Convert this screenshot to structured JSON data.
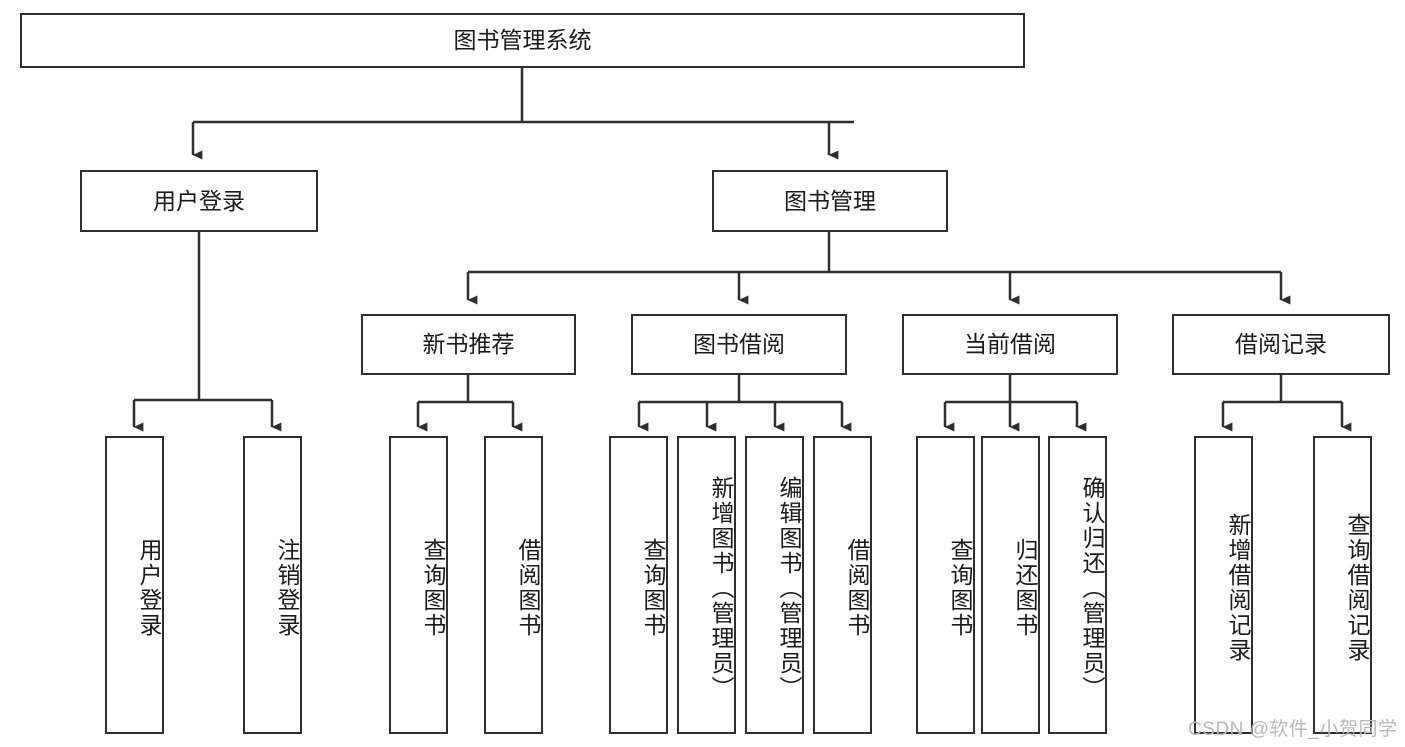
{
  "diagram": {
    "type": "hierarchy-tree",
    "title": "图书管理系统",
    "levels": [
      {
        "level": 1,
        "nodes": [
          {
            "id": "root",
            "label": "图书管理系统"
          }
        ]
      },
      {
        "level": 2,
        "nodes": [
          {
            "id": "login",
            "label": "用户登录",
            "parent": "root"
          },
          {
            "id": "bookmgmt",
            "label": "图书管理",
            "parent": "root"
          }
        ]
      },
      {
        "level": 3,
        "nodes": [
          {
            "id": "newbook",
            "label": "新书推荐",
            "parent": "bookmgmt"
          },
          {
            "id": "borrow",
            "label": "图书借阅",
            "parent": "bookmgmt"
          },
          {
            "id": "current",
            "label": "当前借阅",
            "parent": "bookmgmt"
          },
          {
            "id": "records",
            "label": "借阅记录",
            "parent": "bookmgmt"
          }
        ]
      },
      {
        "level": 4,
        "nodes": [
          {
            "id": "leaf1",
            "label": "用户登录",
            "parent": "login"
          },
          {
            "id": "leaf2",
            "label": "注销登录",
            "parent": "login"
          },
          {
            "id": "leaf3",
            "label": "查询图书",
            "parent": "newbook"
          },
          {
            "id": "leaf4",
            "label": "借阅图书",
            "parent": "newbook"
          },
          {
            "id": "leaf5",
            "label": "查询图书",
            "parent": "borrow"
          },
          {
            "id": "leaf6",
            "label": "新增图书（管理员）",
            "parent": "borrow"
          },
          {
            "id": "leaf7",
            "label": "编辑图书（管理员）",
            "parent": "borrow"
          },
          {
            "id": "leaf8",
            "label": "借阅图书",
            "parent": "borrow"
          },
          {
            "id": "leaf9",
            "label": "查询图书",
            "parent": "current"
          },
          {
            "id": "leaf10",
            "label": "归还图书",
            "parent": "current"
          },
          {
            "id": "leaf11",
            "label": "确认归还（管理员）",
            "parent": "current"
          },
          {
            "id": "leaf12",
            "label": "新增借阅记录",
            "parent": "records"
          },
          {
            "id": "leaf13",
            "label": "查询借阅记录",
            "parent": "records"
          }
        ]
      }
    ],
    "watermark": "CSDN @软件_小贺同学",
    "colors": {
      "stroke": "#2f2f2f",
      "fill": "#ffffff",
      "text": "#1b1b1b",
      "watermark": "#b9b9b9"
    }
  }
}
